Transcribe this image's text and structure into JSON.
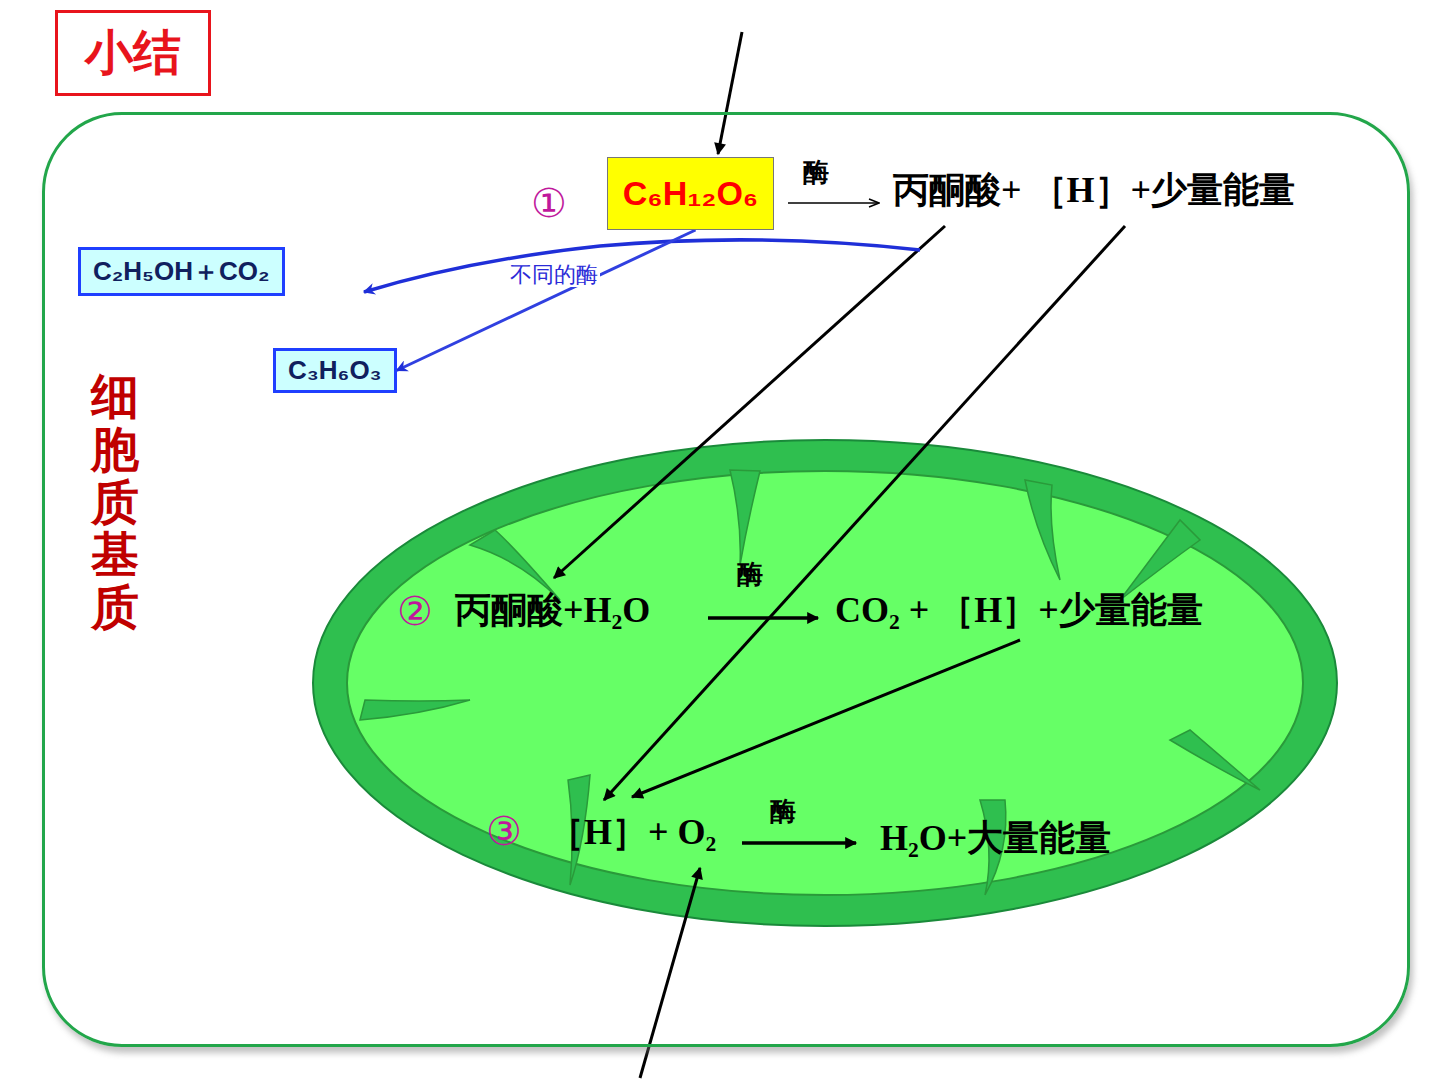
{
  "diagram": {
    "title": "小结",
    "nodes": [
      {
        "text": [
          "细胞质基质"
        ]
      },
      {
        "text": [
          "C₆H₁₂O₆"
        ],
        "in": 0
      },
      {
        "text": [
          "C₂H₅OH＋CO₂"
        ],
        "in": 0
      },
      {
        "text": [
          "C₃H₆O₃"
        ],
        "in": 0
      }
    ],
    "edges": [
      {
        "from": 1,
        "to": 3,
        "arrow": "to"
      }
    ],
    "labels": [
      "①",
      "酶",
      "丙酮酸+ ［H］+少量能量",
      "不同的酶",
      "②",
      "丙酮酸+H₂O",
      "酶",
      "CO₂ + ［H］+少量能量",
      "③",
      "［H］+ O₂",
      "酶",
      "H₂O+大量能量"
    ]
  }
}
